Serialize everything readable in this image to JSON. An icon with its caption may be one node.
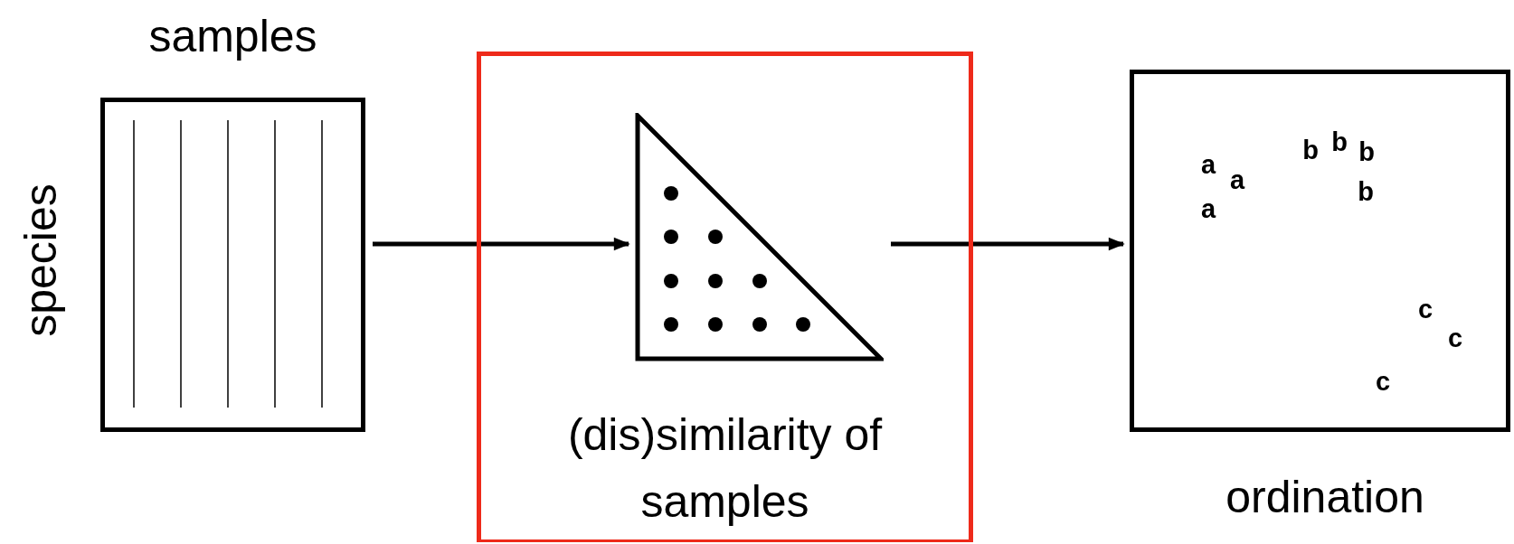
{
  "diagram": {
    "nodes": [
      {
        "text": [
          "samples"
        ],
        "beside": [
          "species"
        ]
      },
      {
        "text": [
          "(dis)similarity of samples"
        ]
      },
      {
        "text": [],
        "shape": "triangle",
        "in": 1
      },
      {
        "text": [
          "ordination"
        ]
      }
    ],
    "edges": [
      {
        "from": 0,
        "to": 2,
        "arrow": "to"
      },
      {
        "from": 2,
        "to": 3,
        "arrow": "to"
      }
    ],
    "labels": [
      "a",
      "a",
      "a",
      "b",
      "b",
      "b",
      "b",
      "c",
      "c",
      "c"
    ]
  }
}
